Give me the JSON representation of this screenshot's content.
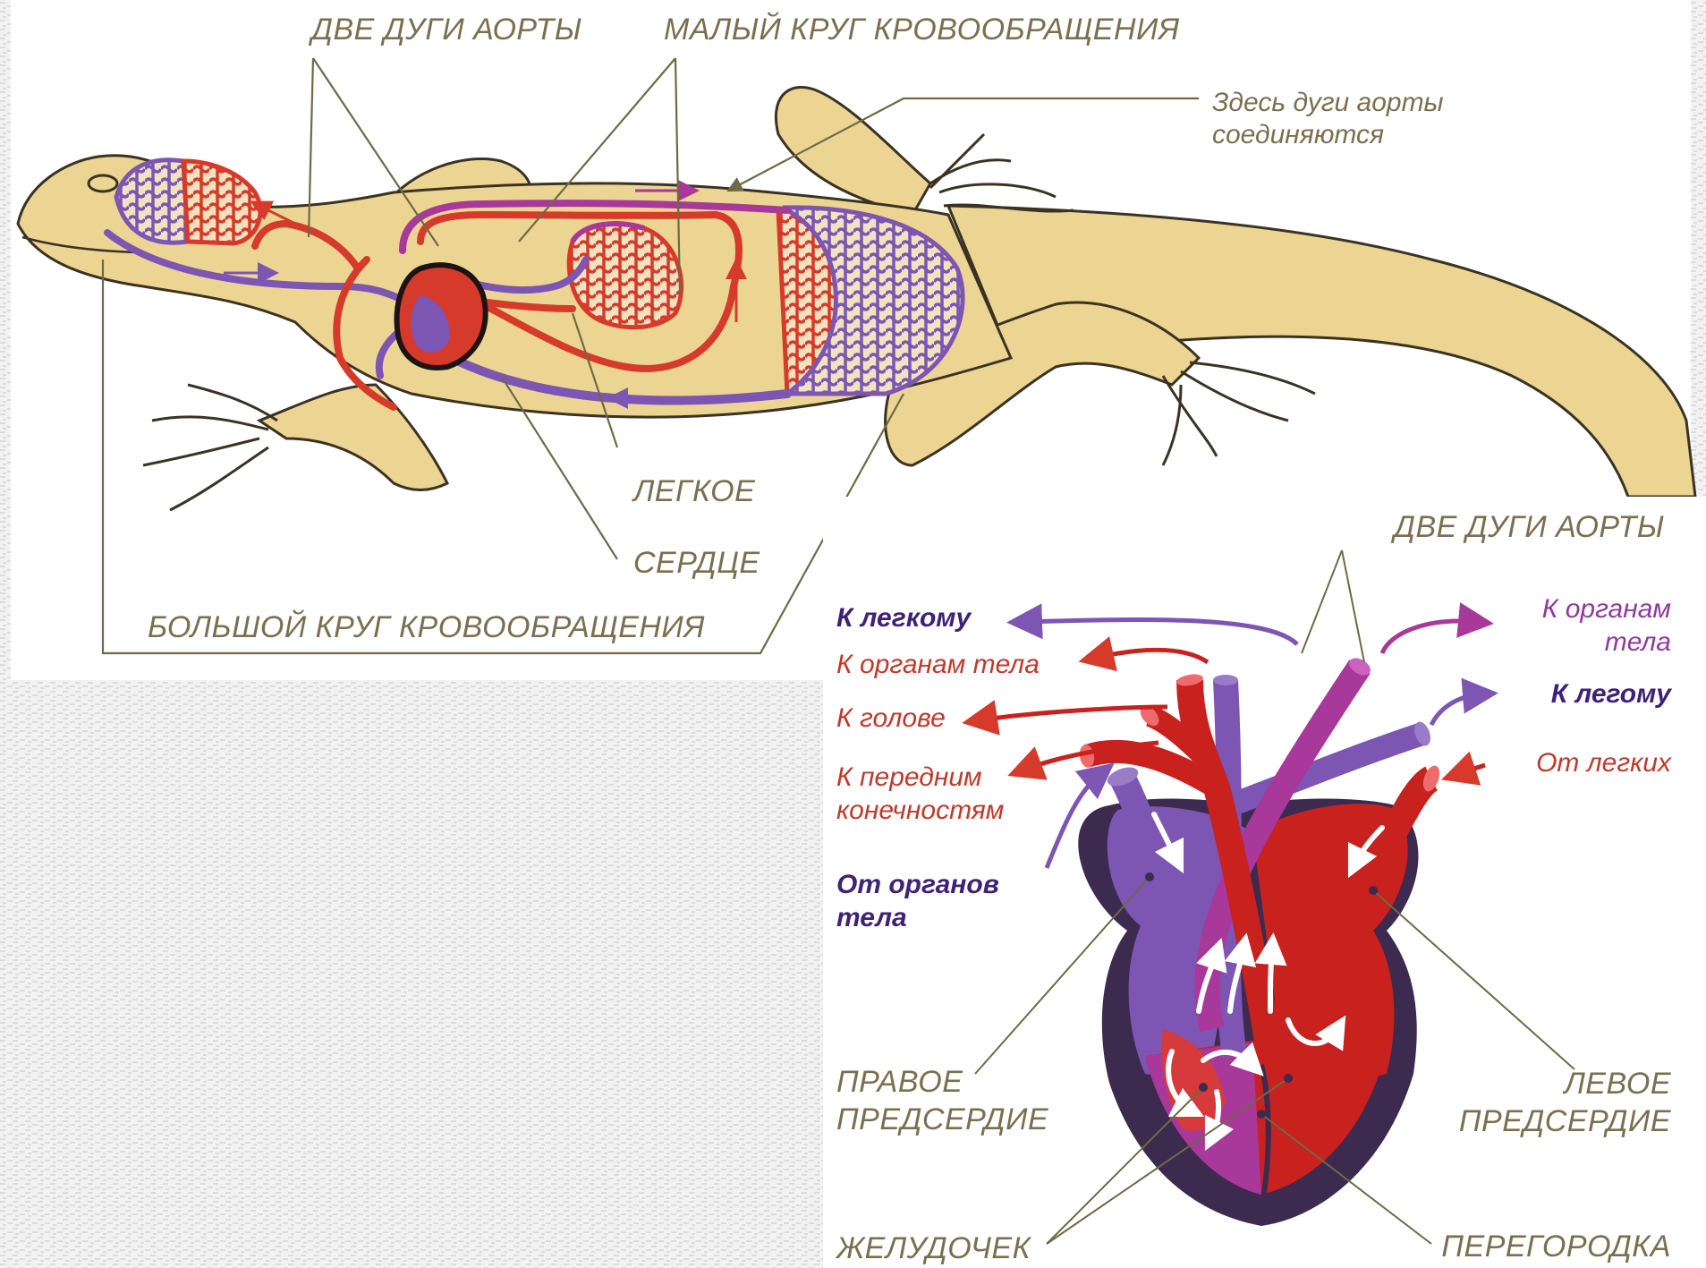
{
  "colors": {
    "body": "#ecd593",
    "body_outline": "#3b3222",
    "arterial": "#d63a2a",
    "venous": "#7d55b3",
    "mixed": "#a8389a",
    "heart_dark": "#3d2a4f",
    "label": "#7a6f4e",
    "label_red": "#c0392b",
    "label_purple": "#3d2277",
    "label_magenta": "#8e3a9d"
  },
  "top_figure": {
    "labels": {
      "two_aortic_arches": "ДВЕ ДУГИ АОРТЫ",
      "pulmonary_circulation": "МАЛЫЙ  КРУГ КРОВООБРАЩЕНИЯ",
      "arches_join_line1": "Здесь дуги аорты",
      "arches_join_line2": "соединяются",
      "lung": "ЛЕГКОЕ",
      "heart": "СЕРДЦЕ",
      "systemic_circulation": "БОЛЬШОЙ КРУГ КРОВООБРАЩЕНИЯ"
    }
  },
  "heart_figure": {
    "labels": {
      "two_aortic_arches": "ДВЕ  ДУГИ  АОРТЫ",
      "to_lung_left": "К легкому",
      "to_body_organs_left": "К органам тела",
      "to_head": "К голове",
      "to_forelimbs_line1": "К передним",
      "to_forelimbs_line2": "конечностям",
      "from_body_organs_line1": "От органов",
      "from_body_organs_line2": "тела",
      "to_body_organs_right_line1": "К органам",
      "to_body_organs_right_line2": "тела",
      "to_lung_right": "К  легому",
      "from_lungs": "От легких",
      "right_atrium_line1": "ПРАВОЕ",
      "right_atrium_line2": "ПРЕДСЕРДИЕ",
      "left_atrium_line1": "ЛЕВОЕ",
      "left_atrium_line2": "ПРЕДСЕРДИЕ",
      "ventricle": "ЖЕЛУДОЧЕК",
      "septum": "ПЕРЕГОРОДКА"
    }
  }
}
